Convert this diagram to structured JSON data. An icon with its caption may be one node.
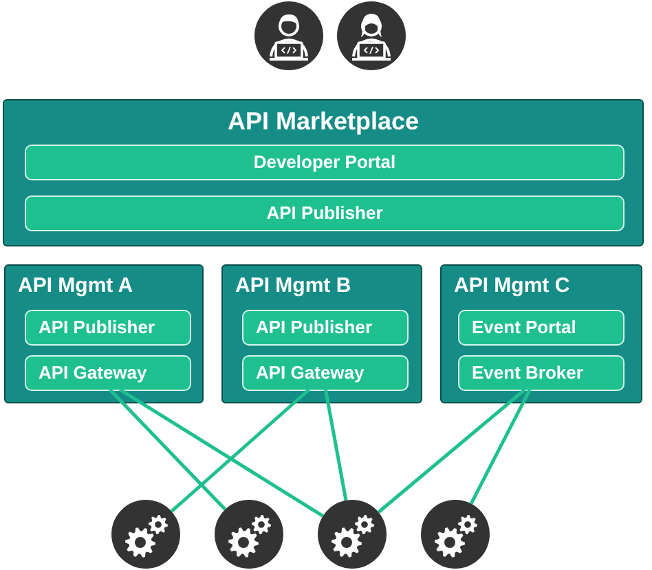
{
  "diagram": {
    "nodes": [
      {
        "text": [
          "API Marketplace"
        ]
      },
      {
        "text": [
          "Developer Portal"
        ],
        "in": 0
      },
      {
        "text": [
          "API Publisher"
        ],
        "in": 0
      },
      {
        "text": [
          "API Mgmt A"
        ]
      },
      {
        "text": [
          "API Publisher"
        ],
        "in": 3
      },
      {
        "text": [
          "API Gateway"
        ],
        "in": 3
      },
      {
        "text": [
          "API Mgmt B"
        ]
      },
      {
        "text": [
          "API Publisher"
        ],
        "in": 6
      },
      {
        "text": [
          "API Gateway"
        ],
        "in": 6
      },
      {
        "text": [
          "API Mgmt C"
        ]
      },
      {
        "text": [
          "Event Portal"
        ],
        "in": 9
      },
      {
        "text": [
          "Event Broker"
        ],
        "in": 9
      },
      {
        "text": [],
        "shape": "circle"
      },
      {
        "text": [],
        "shape": "circle"
      },
      {
        "text": [],
        "shape": "circle"
      },
      {
        "text": [],
        "shape": "circle"
      }
    ],
    "edges": [
      {
        "from": 5,
        "to": 13,
        "arrow": "none"
      },
      {
        "from": 5,
        "to": 14,
        "arrow": "none"
      },
      {
        "from": 8,
        "to": 12,
        "arrow": "none"
      },
      {
        "from": 8,
        "to": 14,
        "arrow": "none"
      },
      {
        "from": 11,
        "to": 14,
        "arrow": "none"
      },
      {
        "from": 11,
        "to": 15,
        "arrow": "none"
      }
    ]
  }
}
